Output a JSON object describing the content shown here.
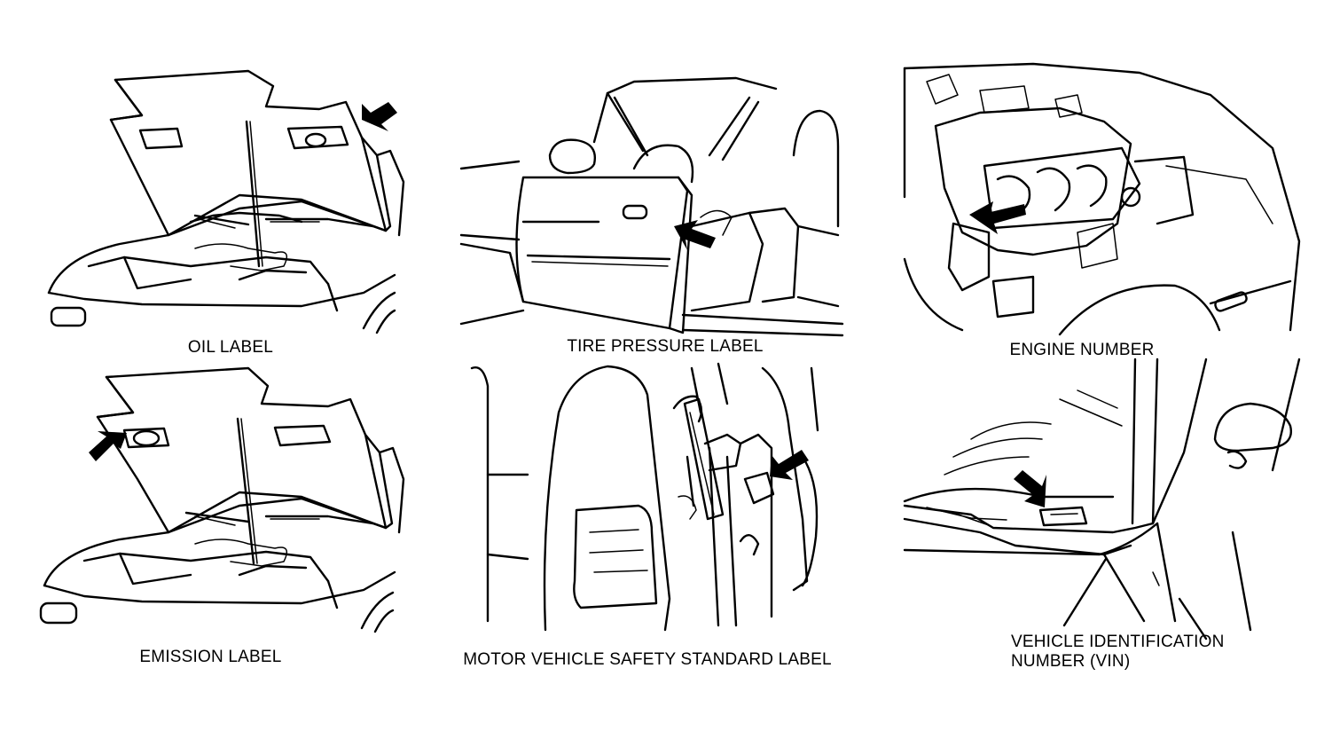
{
  "captions": {
    "oil": "OIL LABEL",
    "tire": "TIRE PRESSURE LABEL",
    "engine": "ENGINE NUMBER",
    "emission": "EMISSION LABEL",
    "safety": "MOTOR VEHICLE SAFETY STANDARD LABEL",
    "vin_line1": "VEHICLE IDENTIFICATION",
    "vin_line2": "NUMBER (VIN)"
  },
  "colors": {
    "ink": "#000000",
    "background": "#ffffff"
  }
}
